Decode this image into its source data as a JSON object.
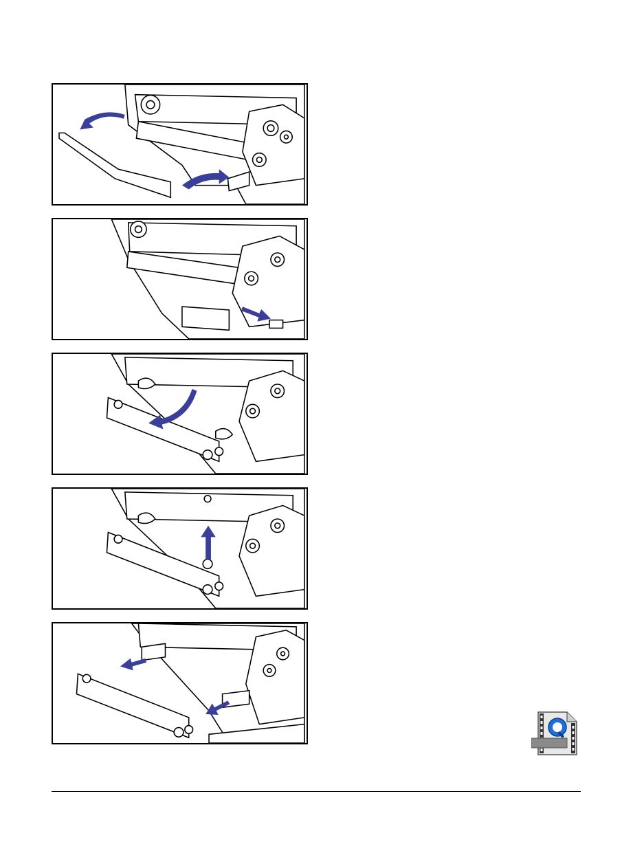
{
  "page": {
    "background": "#ffffff",
    "accent_arrow_color": "#3a3f9a",
    "line_color": "#000000"
  },
  "steps": [
    {
      "name": "step-1",
      "icon": "remove-cover-arrows"
    },
    {
      "name": "step-2",
      "icon": "pull-pin-arrow"
    },
    {
      "name": "step-3",
      "icon": "rotate-printhead-arrow"
    },
    {
      "name": "step-4",
      "icon": "remove-screw-arrow"
    },
    {
      "name": "step-5",
      "icon": "remove-brackets-arrows"
    }
  ],
  "video_icon": {
    "icon": "quicktime-movie-file-icon"
  }
}
